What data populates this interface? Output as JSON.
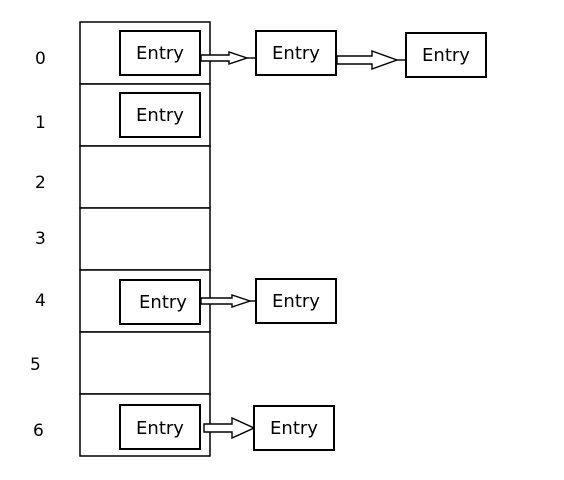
{
  "diagram": {
    "buckets": [
      {
        "index": "0",
        "chain": [
          "Entry",
          "Entry",
          "Entry"
        ]
      },
      {
        "index": "1",
        "chain": [
          "Entry"
        ]
      },
      {
        "index": "2",
        "chain": []
      },
      {
        "index": "3",
        "chain": []
      },
      {
        "index": "4",
        "chain": [
          "Entry",
          "Entry"
        ]
      },
      {
        "index": "5",
        "chain": []
      },
      {
        "index": "6",
        "chain": [
          "Entry",
          "Entry"
        ]
      }
    ]
  }
}
